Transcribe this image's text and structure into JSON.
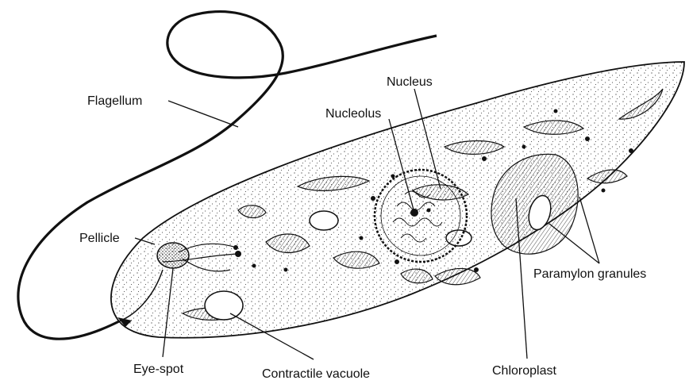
{
  "labels": {
    "flagellum": "Flagellum",
    "nucleus": "Nucleus",
    "nucleolus": "Nucleolus",
    "pellicle": "Pellicle",
    "paramylon": "Paramylon granules",
    "eye_spot": "Eye-spot",
    "contractile_vacuole": "Contractile vacuole",
    "chloroplast": "Chloroplast"
  }
}
